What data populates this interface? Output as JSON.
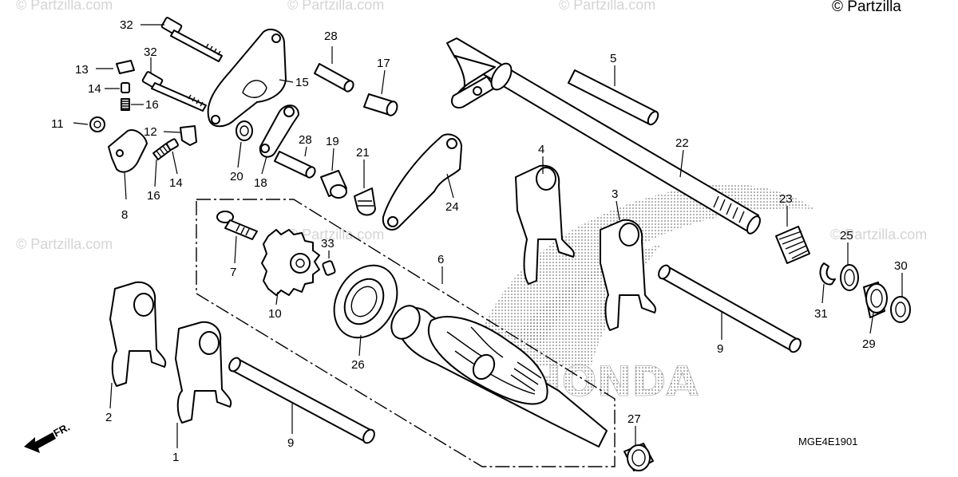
{
  "watermark": {
    "text": "© Partzilla.com",
    "corner_text": "© Partzilla"
  },
  "brand_text": "HONDA",
  "diagram_code": "MGE4E1901",
  "direction_label": "FR.",
  "callouts": {
    "c1": "1",
    "c2": "2",
    "c3": "3",
    "c4": "4",
    "c5": "5",
    "c6": "6",
    "c7": "7",
    "c8": "8",
    "c9a": "9",
    "c9b": "9",
    "c10": "10",
    "c11": "11",
    "c12": "12",
    "c13": "13",
    "c14a": "14",
    "c14b": "14",
    "c15": "15",
    "c16a": "16",
    "c16b": "16",
    "c17": "17",
    "c18": "18",
    "c19": "19",
    "c20": "20",
    "c21": "21",
    "c22": "22",
    "c23": "23",
    "c24": "24",
    "c25": "25",
    "c26": "26",
    "c27": "27",
    "c28a": "28",
    "c28b": "28",
    "c29": "29",
    "c30": "30",
    "c31": "31",
    "c32a": "32",
    "c32b": "32",
    "c33": "33"
  }
}
